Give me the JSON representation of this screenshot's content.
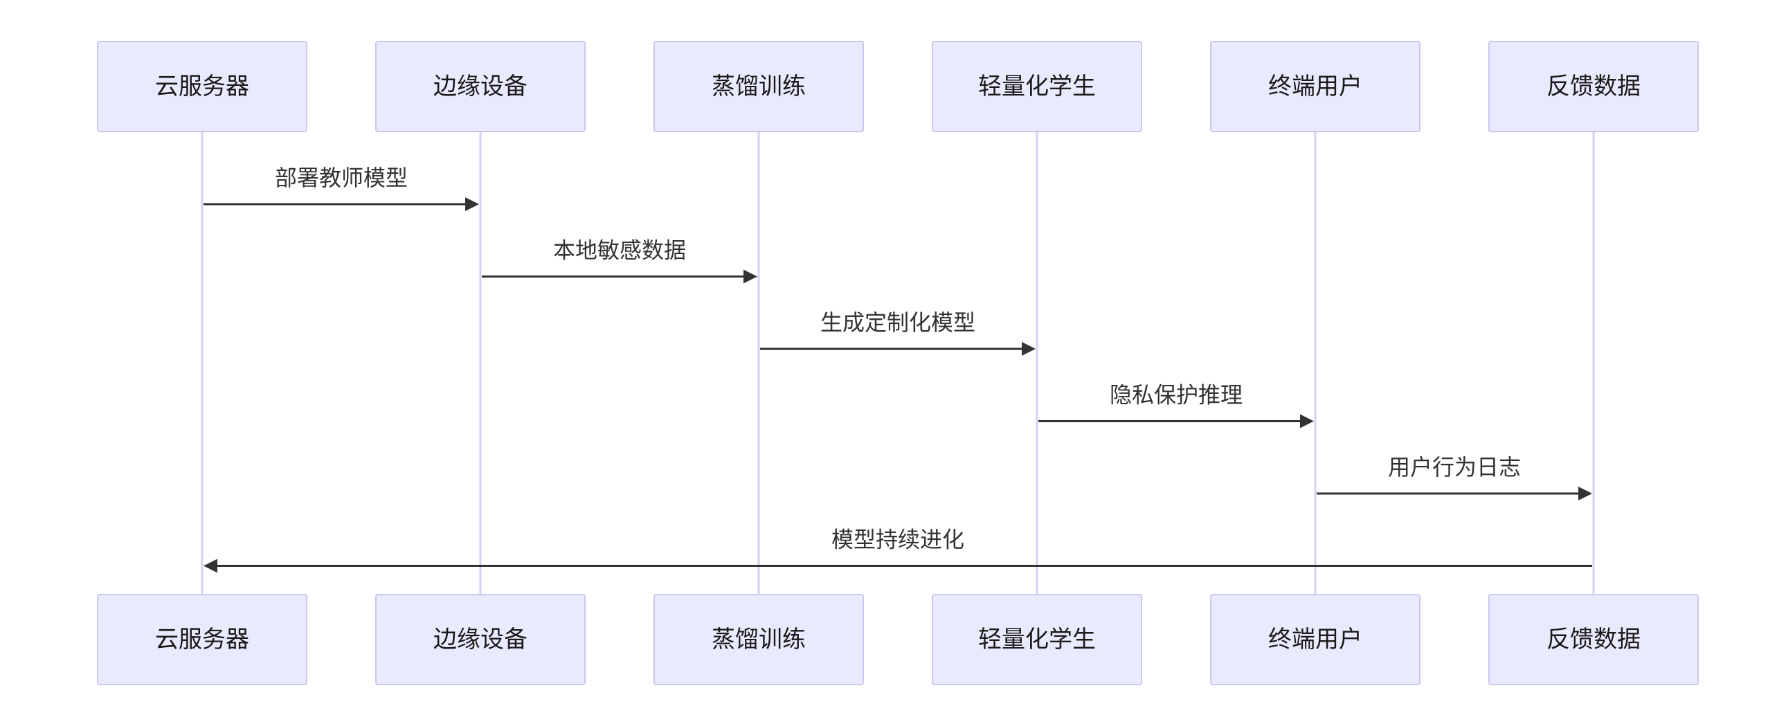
{
  "diagram": {
    "type": "sequence",
    "colors": {
      "actor_fill": "#eaeaff",
      "actor_border": "#c9c6f0",
      "lifeline": "#d4d2f3",
      "message": "#333333"
    },
    "actors": [
      {
        "id": "cloud",
        "label": "云服务器"
      },
      {
        "id": "edge",
        "label": "边缘设备"
      },
      {
        "id": "distill",
        "label": "蒸馏训练"
      },
      {
        "id": "student",
        "label": "轻量化学生"
      },
      {
        "id": "user",
        "label": "终端用户"
      },
      {
        "id": "feedback",
        "label": "反馈数据"
      }
    ],
    "messages": [
      {
        "from": 0,
        "to": 1,
        "label": "部署教师模型"
      },
      {
        "from": 1,
        "to": 2,
        "label": "本地敏感数据"
      },
      {
        "from": 2,
        "to": 3,
        "label": "生成定制化模型"
      },
      {
        "from": 3,
        "to": 4,
        "label": "隐私保护推理"
      },
      {
        "from": 4,
        "to": 5,
        "label": "用户行为日志"
      },
      {
        "from": 5,
        "to": 0,
        "label": "模型持续进化"
      }
    ]
  }
}
